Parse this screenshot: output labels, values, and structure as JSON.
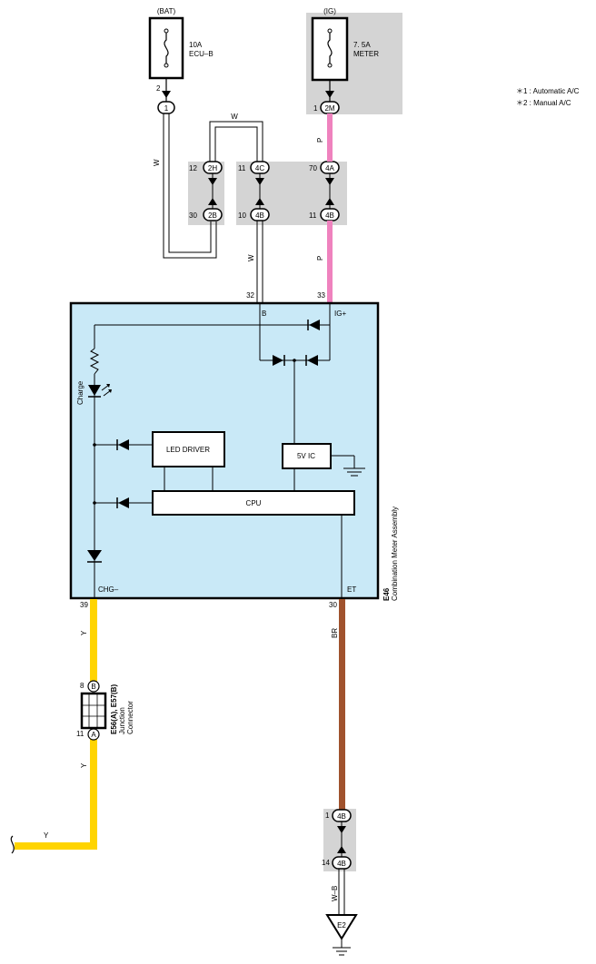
{
  "legend": {
    "note1": "＊1 : Automatic A/C",
    "note2": "＊2 : Manual A/C"
  },
  "fuses": {
    "bat": {
      "source": "(BAT)",
      "rating": "10A",
      "name": "ECU–B",
      "pin": "2",
      "connector": "1"
    },
    "ig": {
      "source": "(IG)",
      "rating": "7. 5A",
      "name": "METER",
      "pin": "1",
      "connector": "2M"
    }
  },
  "junctions": {
    "j12": {
      "pin": "12",
      "id": "2H"
    },
    "j30": {
      "pin": "30",
      "id": "2B"
    },
    "j11a": {
      "pin": "11",
      "id": "4C"
    },
    "j10": {
      "pin": "10",
      "id": "4B"
    },
    "j70": {
      "pin": "70",
      "id": "4A"
    },
    "j11b": {
      "pin": "11",
      "id": "4B"
    },
    "j1": {
      "pin": "1",
      "id": "4B"
    },
    "j14": {
      "pin": "14",
      "id": "4B"
    }
  },
  "wires": {
    "w_bat": "W",
    "w_loop": "W",
    "w_b": "W",
    "p1": "P",
    "p2": "P",
    "y1": "Y",
    "y2": "Y",
    "y3": "Y",
    "br": "BR",
    "wb": "W–B"
  },
  "meter": {
    "code": "E46",
    "title": "Combination Meter Assembly",
    "pin_b_num": "32",
    "pin_b": "B",
    "pin_ig_num": "33",
    "pin_ig": "IG+",
    "pin_chg": "CHG–",
    "pin_chg_num": "39",
    "pin_et": "ET",
    "pin_et_num": "30",
    "charge": "Charge",
    "led_driver": "LED DRIVER",
    "ic": "5V IC",
    "cpu": "CPU"
  },
  "junction_connector": {
    "code": "E56(A), E57(B)",
    "line1": "Junction",
    "line2": "Connector",
    "pin_top": "8",
    "id_top": "B",
    "pin_bottom": "11",
    "id_bottom": "A"
  },
  "ground": {
    "id": "E2"
  },
  "colors": {
    "pink": "#ef82be",
    "yellow": "#ffd400",
    "brown": "#a0522d",
    "meter_bg": "#c9e9f7",
    "shade": "#d4d4d4"
  }
}
